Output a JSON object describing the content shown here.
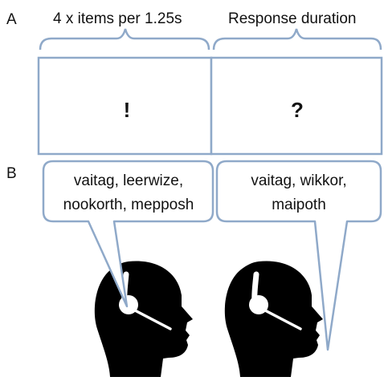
{
  "panel_a": {
    "label": "A",
    "left_header": "4 x items per 1.25s",
    "right_header": "Response duration",
    "left_symbol": "!",
    "right_symbol": "?"
  },
  "panel_b": {
    "label": "B",
    "left_bubble": [
      "vaitag, leerwize,",
      "nookorth, mepposh"
    ],
    "right_bubble": [
      "vaitag, wikkor,",
      "maipoth"
    ]
  },
  "colors": {
    "outline": "#8fa9c9",
    "silhouette": "#000000",
    "headset": "#ffffff"
  }
}
